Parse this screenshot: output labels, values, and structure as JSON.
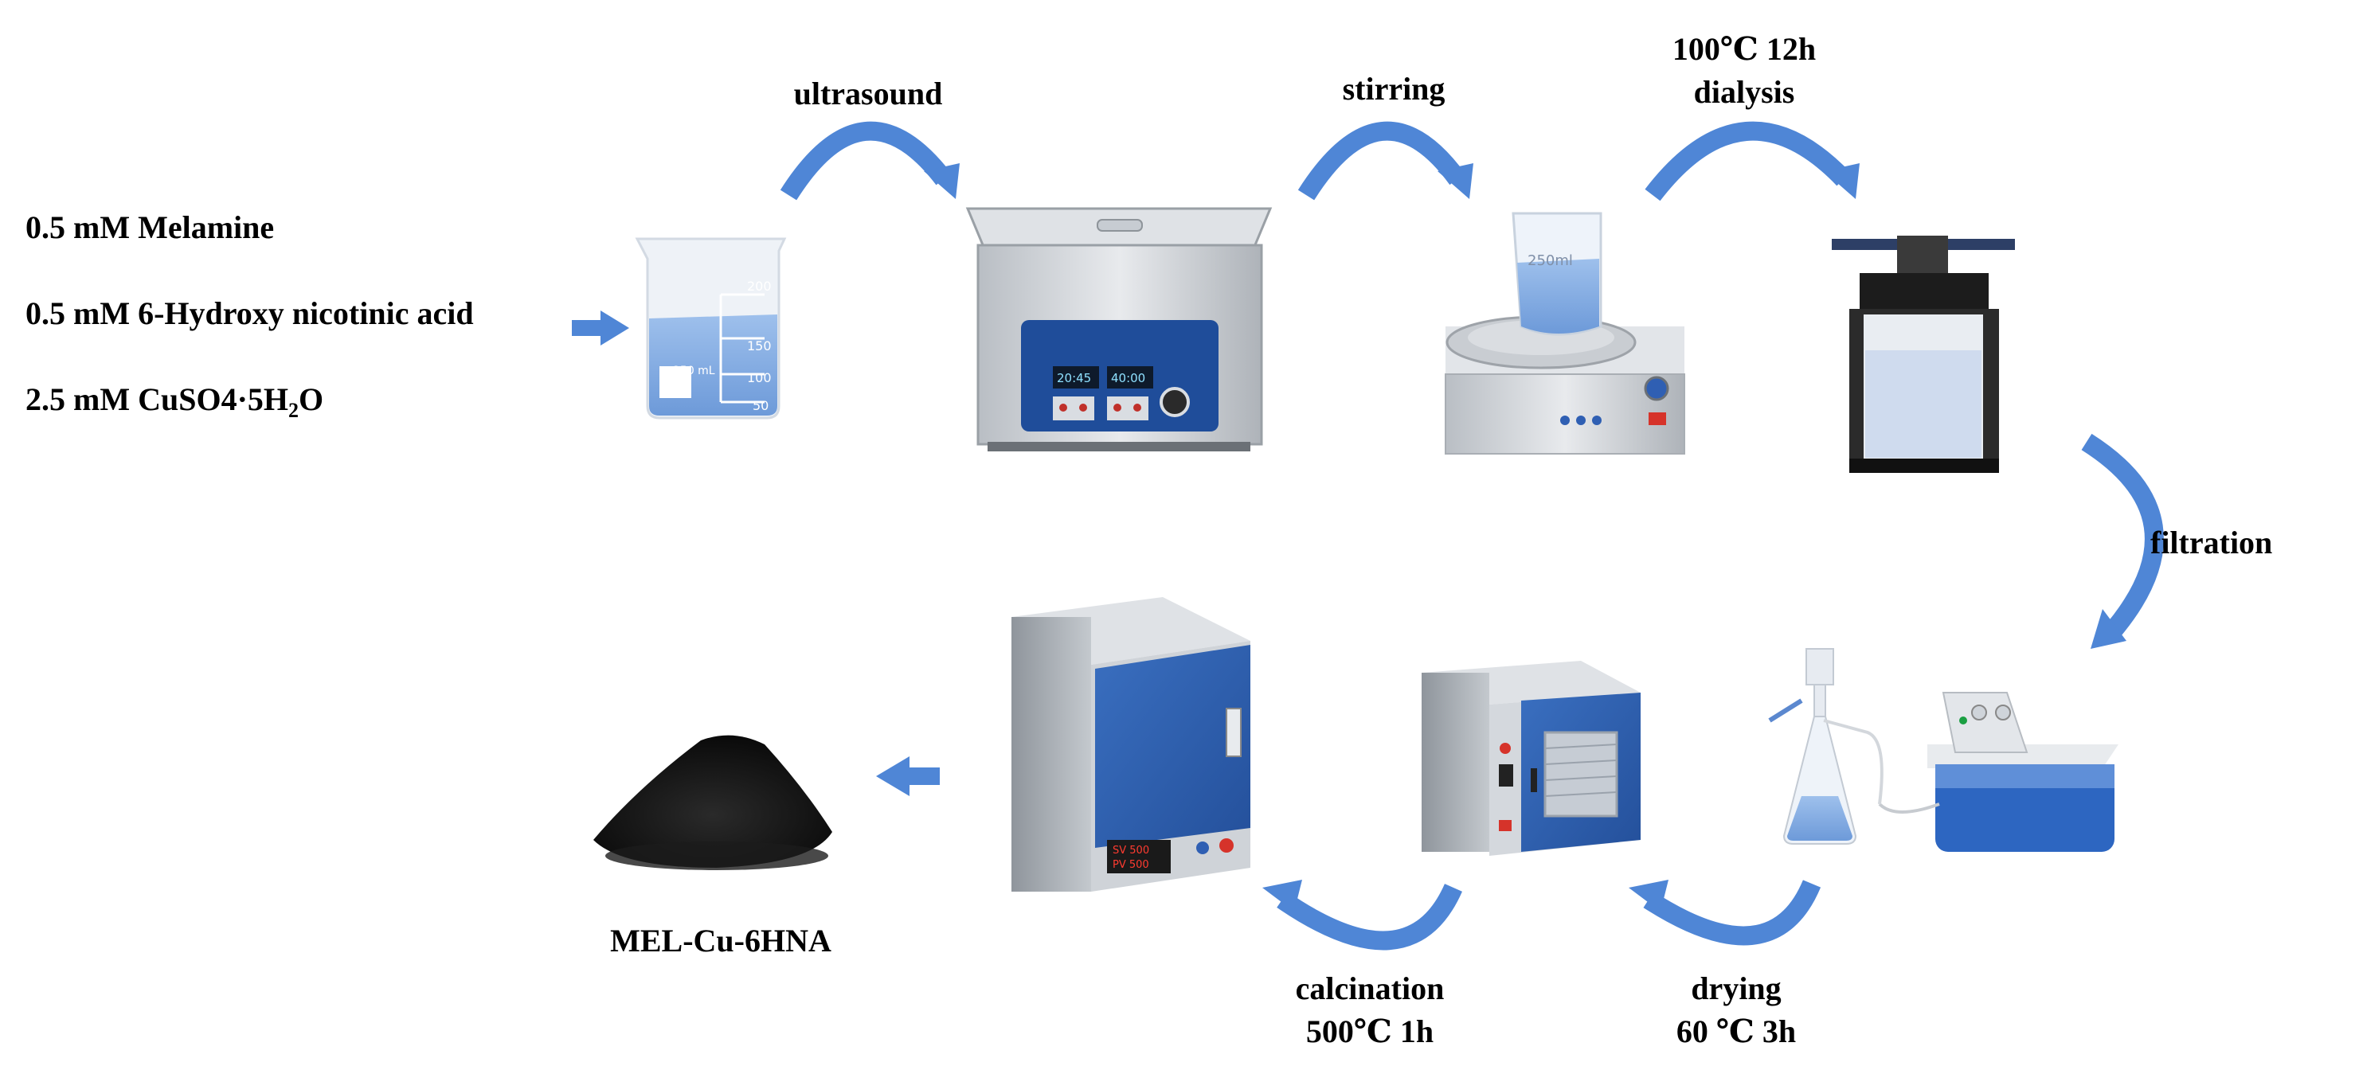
{
  "reagents": {
    "melamine": "0.5 mM Melamine",
    "hydroxy": "0.5 mM 6-Hydroxy nicotinic acid",
    "cuso4_prefix": "2.5 mM CuSO4·5H",
    "cuso4_sub": "2",
    "cuso4_suffix": "O"
  },
  "steps": {
    "ultrasound": "ultrasound",
    "stirring": "stirring",
    "dialysis_line1": "100℃ 12h",
    "dialysis_line2": "dialysis",
    "filtration": "filtration",
    "drying_line1": "drying",
    "drying_line2": "60 ℃ 3h",
    "calcination_line1": "calcination",
    "calcination_line2": "500℃ 1h"
  },
  "product": {
    "name": "MEL-Cu-6HNA"
  },
  "equipment": {
    "beaker_label": "250 mL",
    "beaker_ticks": [
      "200",
      "150",
      "100",
      "50"
    ],
    "stir_beaker_label": "250ml",
    "cleaner_display_1": "20:45",
    "cleaner_display_2": "40:00",
    "furnace_sv": "SV 500",
    "furnace_pv": "PV 500"
  },
  "colors": {
    "arrow": "#4f86d6",
    "arrow_dark": "#3466b3",
    "furnace_blue": "#2d5aa8"
  }
}
